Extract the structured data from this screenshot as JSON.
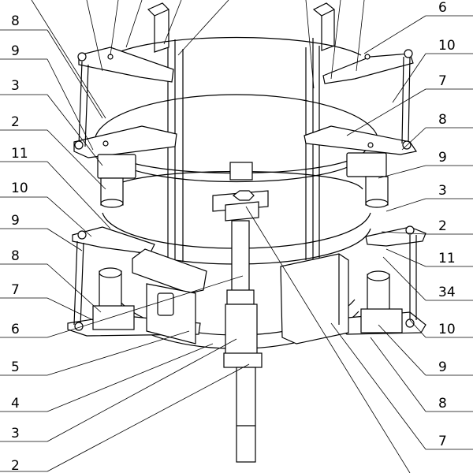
{
  "drawing": {
    "labels_left": [
      "8",
      "9",
      "3",
      "2",
      "11",
      "10",
      "9",
      "8",
      "7",
      "6",
      "5",
      "4",
      "3",
      "2"
    ],
    "labels_right": [
      "6",
      "10",
      "7",
      "8",
      "9",
      "3",
      "2",
      "11",
      "34",
      "10",
      "9",
      "8",
      "7"
    ]
  }
}
